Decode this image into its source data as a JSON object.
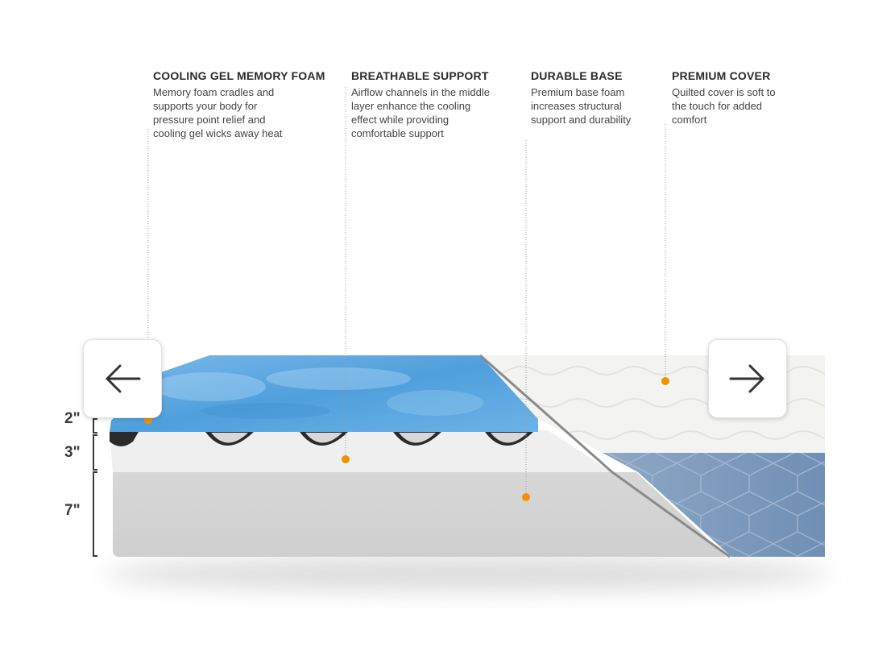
{
  "features": [
    {
      "title": "COOLING GEL MEMORY FOAM",
      "description": "Memory foam cradles and\nsupports your body for\npressure point relief and\ncooling gel wicks away heat"
    },
    {
      "title": "BREATHABLE SUPPORT",
      "description": "Airflow channels in the middle\nlayer enhance the cooling\neffect while providing\ncomfortable support"
    },
    {
      "title": "DURABLE BASE",
      "description": "Premium base foam\nincreases structural\nsupport and durability"
    },
    {
      "title": "PREMIUM COVER",
      "description": "Quilted cover is soft to\nthe touch for added\ncomfort"
    }
  ],
  "dimensions": [
    "2\"",
    "3\"",
    "7\""
  ],
  "navigation": {
    "prev_icon": "arrow-left-icon",
    "next_icon": "arrow-right-icon"
  },
  "colors": {
    "marker": "#f39200",
    "gel_blue": "#5aa6e0",
    "cover_blue": "#7f9bbd",
    "base_gray": "#d9d9d9",
    "cover_white": "#f4f4f2"
  }
}
